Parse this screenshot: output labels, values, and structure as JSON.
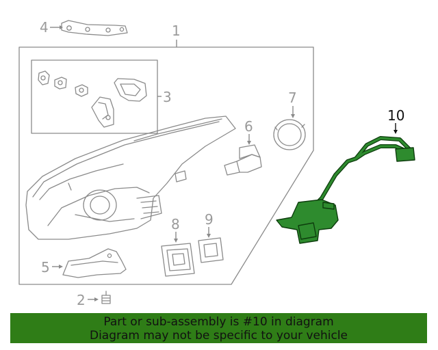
{
  "callouts": {
    "c1": "1",
    "c2": "2",
    "c3": "3",
    "c4": "4",
    "c5": "5",
    "c6": "6",
    "c7": "7",
    "c8": "8",
    "c9": "9",
    "c10": "10"
  },
  "highlighted_part": "10",
  "colors": {
    "highlight_part": "#2e8b2e",
    "banner_background": "#2f7d17",
    "line_art": "#8a8a8a"
  },
  "banner": {
    "line1": "Part or sub-assembly is #10 in diagram",
    "line2": "Diagram may not be specific to your vehicle"
  }
}
